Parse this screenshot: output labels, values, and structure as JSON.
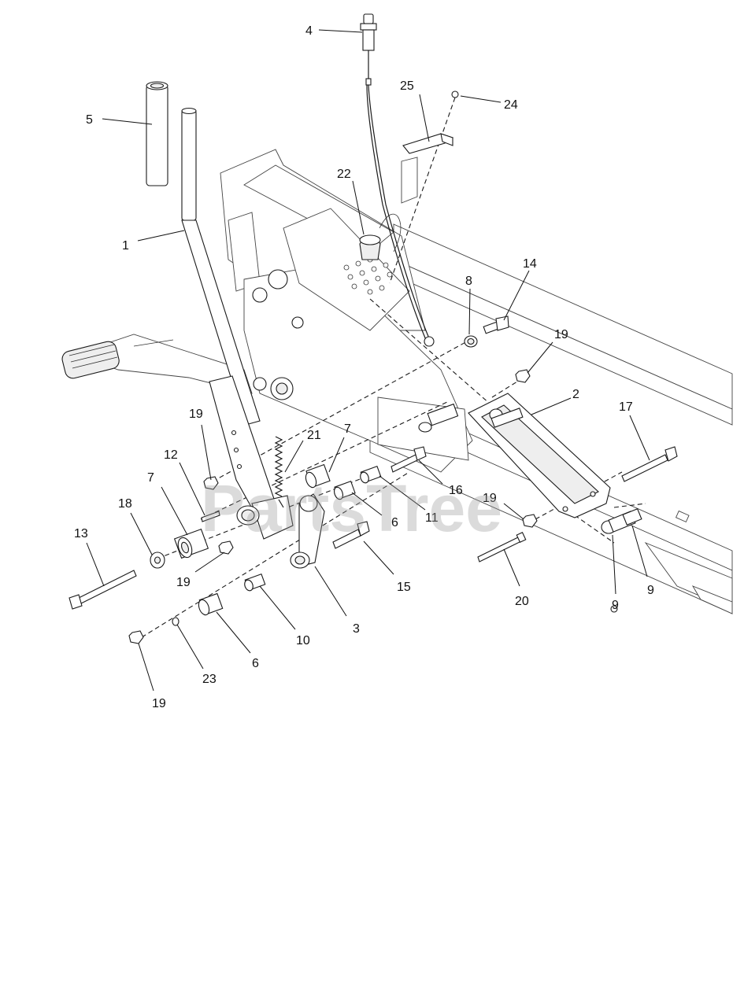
{
  "diagram": {
    "watermark": "PartsTree",
    "callouts": [
      {
        "id": "c1",
        "text": "1"
      },
      {
        "id": "c2",
        "text": "2"
      },
      {
        "id": "c3",
        "text": "3"
      },
      {
        "id": "c4",
        "text": "4"
      },
      {
        "id": "c5",
        "text": "5"
      },
      {
        "id": "c6a",
        "text": "6"
      },
      {
        "id": "c6b",
        "text": "6"
      },
      {
        "id": "c7a",
        "text": "7"
      },
      {
        "id": "c7b",
        "text": "7"
      },
      {
        "id": "c8",
        "text": "8"
      },
      {
        "id": "c9a",
        "text": "9"
      },
      {
        "id": "c9b",
        "text": "9"
      },
      {
        "id": "c10",
        "text": "10"
      },
      {
        "id": "c11",
        "text": "11"
      },
      {
        "id": "c12",
        "text": "12"
      },
      {
        "id": "c13",
        "text": "13"
      },
      {
        "id": "c14",
        "text": "14"
      },
      {
        "id": "c15",
        "text": "15"
      },
      {
        "id": "c16",
        "text": "16"
      },
      {
        "id": "c17",
        "text": "17"
      },
      {
        "id": "c18",
        "text": "18"
      },
      {
        "id": "c19a",
        "text": "19"
      },
      {
        "id": "c19b",
        "text": "19"
      },
      {
        "id": "c19c",
        "text": "19"
      },
      {
        "id": "c19d",
        "text": "19"
      },
      {
        "id": "c19e",
        "text": "19"
      },
      {
        "id": "c20",
        "text": "20"
      },
      {
        "id": "c21",
        "text": "21"
      },
      {
        "id": "c22",
        "text": "22"
      },
      {
        "id": "c23",
        "text": "23"
      },
      {
        "id": "c24",
        "text": "24"
      },
      {
        "id": "c25",
        "text": "25"
      }
    ]
  }
}
